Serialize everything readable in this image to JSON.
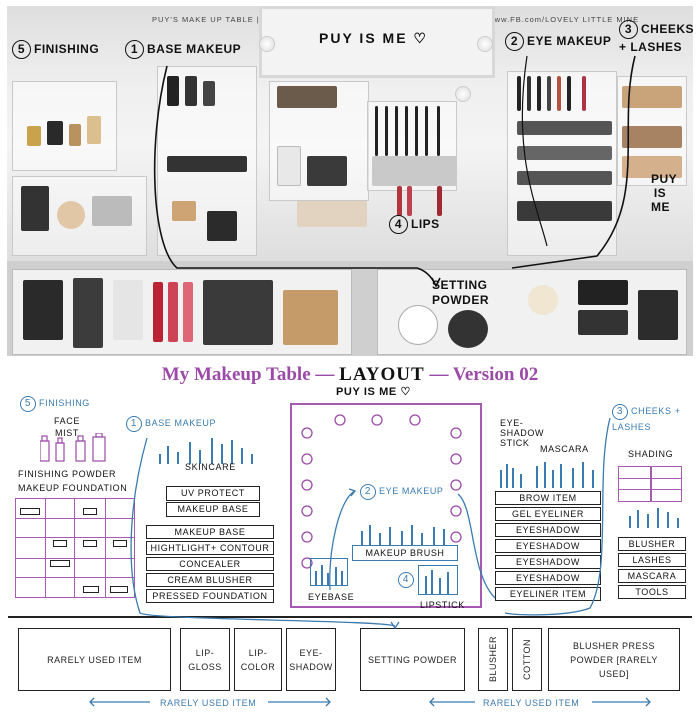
{
  "photo": {
    "header": "PUY'S MAKE UP TABLE  |  www.FB.com/ LIKEPUYISME  |  www.PUYISME.COM  |  www.FB.com/LOVELY LITTLE MINE",
    "mirror_text": "PUY IS ME ♡",
    "labels": {
      "finishing": {
        "num": "5",
        "text": "FINISHING"
      },
      "base": {
        "num": "1",
        "text": "BASE MAKEUP"
      },
      "eye": {
        "num": "2",
        "text": "EYE MAKEUP"
      },
      "cheeks": {
        "num": "3",
        "text": "CHEEKS + LASHES"
      },
      "lips": {
        "num": "4",
        "text": "LIPS"
      },
      "setting": "SETTING POWDER",
      "puy_vertical": "PUY IS ME"
    }
  },
  "sketch": {
    "title_left": "My Makeup Table —",
    "title_mid": "LAYOUT",
    "title_right": "— Version 02",
    "mirror_caption": "PUY IS ME ♡",
    "finishing": {
      "num": "5",
      "label": "FINISHING",
      "face_mist": "FACE MIST",
      "powder": "FINISHING POWDER",
      "foundation": "MAKEUP FOUNDATION"
    },
    "base": {
      "num": "1",
      "label": "BASE MAKEUP",
      "skincare": "SKINCARE",
      "uv": "UV PROTECT",
      "mbase": "MAKEUP BASE",
      "list": [
        "MAKEUP BASE",
        "HIGHTLIGHT+ CONTOUR",
        "CONCEALER",
        "CREAM BLUSHER",
        "PRESSED FOUNDATION"
      ]
    },
    "eye": {
      "num": "2",
      "label": "EYE MAKEUP",
      "brush": "MAKEUP BRUSH",
      "eyebase": "EYEBASE"
    },
    "lips": {
      "num": "4",
      "label": "LIPSTICK"
    },
    "eyeshadow_stick": "EYE-SHADOW STICK",
    "mascara": "MASCARA",
    "eye_list": [
      "BROW ITEM",
      "GEL EYELINER",
      "EYESHADOW",
      "EYESHADOW",
      "EYESHADOW",
      "EYESHADOW",
      "EYELINER ITEM"
    ],
    "cheeks": {
      "num": "3",
      "label": "CHEEKS + LASHES",
      "shading": "SHADING",
      "list": [
        "BLUSHER",
        "LASHES",
        "MASCARA",
        "TOOLS"
      ]
    },
    "drawers": {
      "rarely": "RARELY USED ITEM",
      "lipgloss": "LIP-GLOSS",
      "lipcolor": "LIP-COLOR",
      "eyeshadow": "EYE-SHADOW",
      "setting": "SETTING POWDER",
      "blusher": "BLUSHER",
      "cotton": "COTTON",
      "press": "BLUSHER PRESS POWDER [RARELY USED]"
    },
    "arrow_left": "RARELY USED ITEM",
    "arrow_right": "RARELY USED ITEM"
  },
  "colors": {
    "purple": "#9b4aa8",
    "blue": "#3a7bb0",
    "ink": "#111111"
  }
}
